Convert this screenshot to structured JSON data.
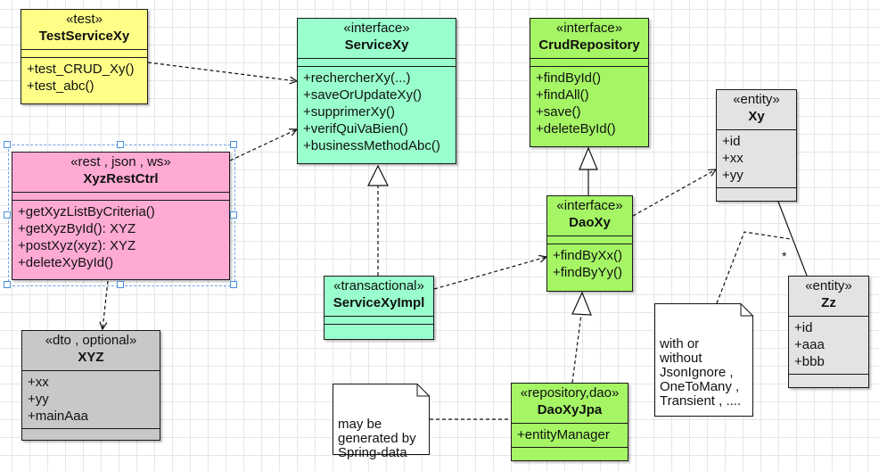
{
  "classes": {
    "testServiceXy": {
      "stereotype": "«test»",
      "name": "TestServiceXy",
      "members": [
        "+test_CRUD_Xy()",
        "+test_abc()"
      ]
    },
    "serviceXy": {
      "stereotype": "«interface»",
      "name": "ServiceXy",
      "members": [
        "+rechercherXy(...)",
        "+saveOrUpdateXy()",
        "+supprimerXy()",
        "+verifQuiVaBien()",
        "+businessMethodAbc()"
      ]
    },
    "crudRepository": {
      "stereotype": "«interface»",
      "name": "CrudRepository",
      "members": [
        "+findById()",
        "+findAll()",
        "+save()",
        "+deleteById()"
      ]
    },
    "xy": {
      "stereotype": "«entity»",
      "name": "Xy",
      "members": [
        "+id",
        "+xx",
        "+yy"
      ]
    },
    "xyzRestCtrl": {
      "stereotype": "«rest , json , ws»",
      "name": "XyzRestCtrl",
      "members": [
        "+getXyzListByCriteria()",
        "+getXyzById(): XYZ",
        "+postXyz(xyz): XYZ",
        "+deleteXyById()"
      ]
    },
    "daoXy": {
      "stereotype": "«interface»",
      "name": "DaoXy",
      "members": [
        "+findByXx()",
        "+findByYy()"
      ]
    },
    "serviceXyImpl": {
      "stereotype": "«transactional»",
      "name": "ServiceXyImpl",
      "members": []
    },
    "xyz": {
      "stereotype": "«dto , optional»",
      "name": "XYZ",
      "members": [
        "+xx",
        "+yy",
        "+mainAaa"
      ]
    },
    "zz": {
      "stereotype": "«entity»",
      "name": "Zz",
      "members": [
        "+id",
        "+aaa",
        "+bbb"
      ]
    },
    "daoXyJpa": {
      "stereotype": "«repository,dao»",
      "name": "DaoXyJpa",
      "members": [
        "+entityManager"
      ]
    }
  },
  "notes": {
    "springData": "may be\ngenerated by\nSpring-data",
    "jsonIgnore": "with or\nwithout\nJsonIgnore ,\nOneToMany ,\nTransient , ...."
  },
  "multiplicity": "*",
  "colors": {
    "test": "#ffff88",
    "interface": "#99ffcc",
    "repository": "#a5f565",
    "rest": "#ffaad4",
    "dto": "#c8c8c8",
    "entity": "#e3e3e3",
    "selection": "#4a90e2"
  }
}
